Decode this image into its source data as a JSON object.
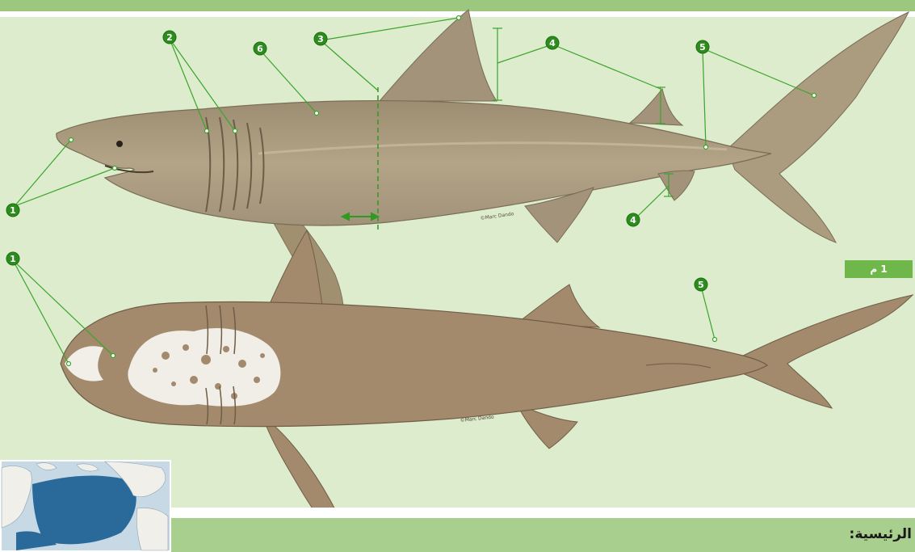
{
  "page": {
    "heading": "الرئيسية:",
    "scale_label": "1 م",
    "watermark_side": "©Marc Dando",
    "watermark_bottom": "©Marc Dando"
  },
  "callouts": {
    "c1": "1",
    "c2": "2",
    "c3": "3",
    "c4": "4",
    "c5": "5",
    "c6": "6"
  },
  "colors": {
    "background": "#dceccd",
    "band": "#9cc77f",
    "callout": "#2e8b1e",
    "pointer": "#3aa52a",
    "shark_side": "#a8987c",
    "shark_belly": "#a38a6c",
    "ocean": "#2a6a9a"
  }
}
